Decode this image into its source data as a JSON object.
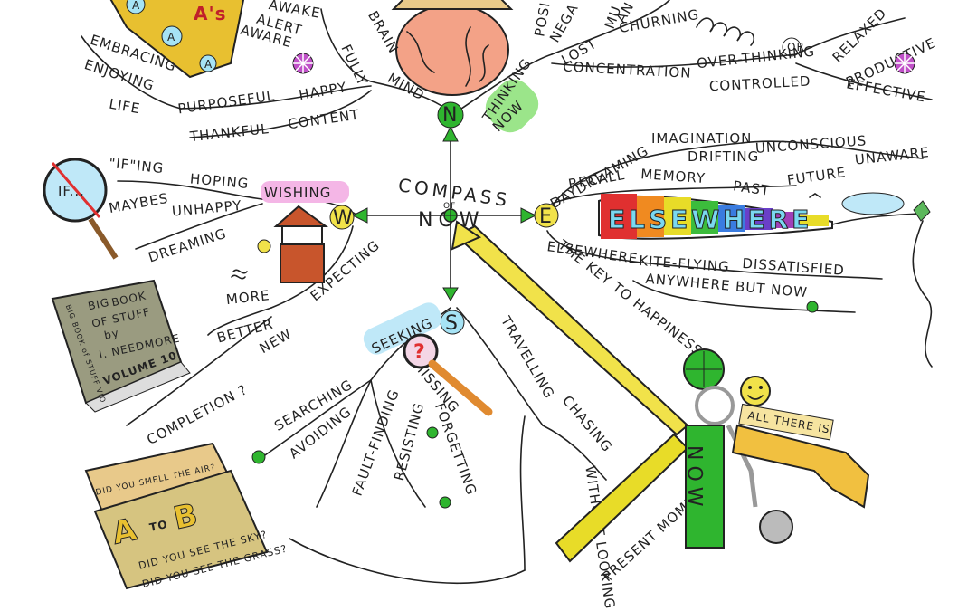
{
  "center": {
    "title": "COMPASS",
    "of": "OF",
    "now": "NOW"
  },
  "directions": {
    "n": "N",
    "s": "S",
    "e": "E",
    "w": "W"
  },
  "north": {
    "mind": "MIND",
    "thinking": "THINKING",
    "now": "NOW",
    "brain": "BRAIN",
    "fully": "FULLY",
    "awake": "AWAKE",
    "alert": "ALERT",
    "aware": "AWARE",
    "happy": "HAPPY",
    "purposeful": "PURPOSEFUL",
    "content": "CONTENT",
    "thankful": "THANKFUL",
    "embracing": "EMBRACING",
    "enjoying": "ENJOYING",
    "life": "LIFE",
    "posi": "POSI",
    "nega": "NEGA",
    "lost": "LOST",
    "mu": "MU",
    "an": "AN",
    "churning": "CHURNING",
    "concentration": "CONCENTRATION",
    "overthinking": "OVER-THINKING",
    "or": "OR",
    "controlled": "CONTROLLED",
    "relaxed": "RELAXED",
    "productive": "PRODUCTIVE",
    "effective": "EFFECTIVE"
  },
  "east": {
    "daydreaming": "DAYDREAMING",
    "imagination": "IMAGINATION",
    "drifting": "DRIFTING",
    "unconscious": "UNCONSCIOUS",
    "unaware": "UNAWARE",
    "recall": "RECALL",
    "memory": "MEMORY",
    "past": "PAST",
    "future": "FUTURE",
    "elsewhere_banner": "ELSEWHERE",
    "elsewhere": "ELSEWHERE",
    "kite_flying": "KITE-FLYING",
    "dissatisfied": "DISSATISFIED",
    "anywhere": "ANYWHERE BUT NOW"
  },
  "west": {
    "wishing": "WISHING",
    "hoping": "HOPING",
    "ifing": "\"IF\"ING",
    "maybes": "MAYBES",
    "unhappy": "UNHAPPY",
    "dreaming": "DREAMING",
    "expecting": "EXPECTING",
    "more": "MORE",
    "better": "BETTER",
    "new": "NEW",
    "completion": "COMPLETION ?",
    "if_sign": "IF...",
    "book_line1": "BIG",
    "book_line2": "BOOK",
    "book_line3": "OF STUFF",
    "book_line4": "by",
    "book_line5": "I. NEEDMORE",
    "book_vol": "VOLUME 10",
    "book_spine": "BIG BOOK of STUFF VIO"
  },
  "south": {
    "seeking": "SEEKING",
    "searching": "SEARCHING",
    "avoiding": "AVOIDING",
    "fault_finding": "FAULT-FINDING",
    "resisting": "RESISTING",
    "forgetting": "FORGETTING",
    "missing": "MISSING",
    "travelling": "TRAVELLING",
    "chasing": "CHASING",
    "without_looking": "WITHOUT LOOKING",
    "card_top": "DID YOU SMELL THE AIR?",
    "card_a": "A",
    "card_to": "TO",
    "card_b": "B",
    "card_sky": "DID YOU SEE THE SKY?",
    "card_grass": "DID YOU SEE THE GRASS?"
  },
  "key": {
    "happiness": "THE KEY TO HAPPINESS",
    "present": "PRESENT MOMENT",
    "now": "NOW",
    "all_there_is": "ALL THERE IS"
  },
  "colors": {
    "green": "#2fb52f",
    "yellow": "#f1e24a",
    "pink": "#f4b6e6",
    "blue": "#a6e3f5",
    "brain": "#f3a287",
    "book": "#9a9b80",
    "card": "#e8c98a",
    "well": "#c8552c"
  }
}
